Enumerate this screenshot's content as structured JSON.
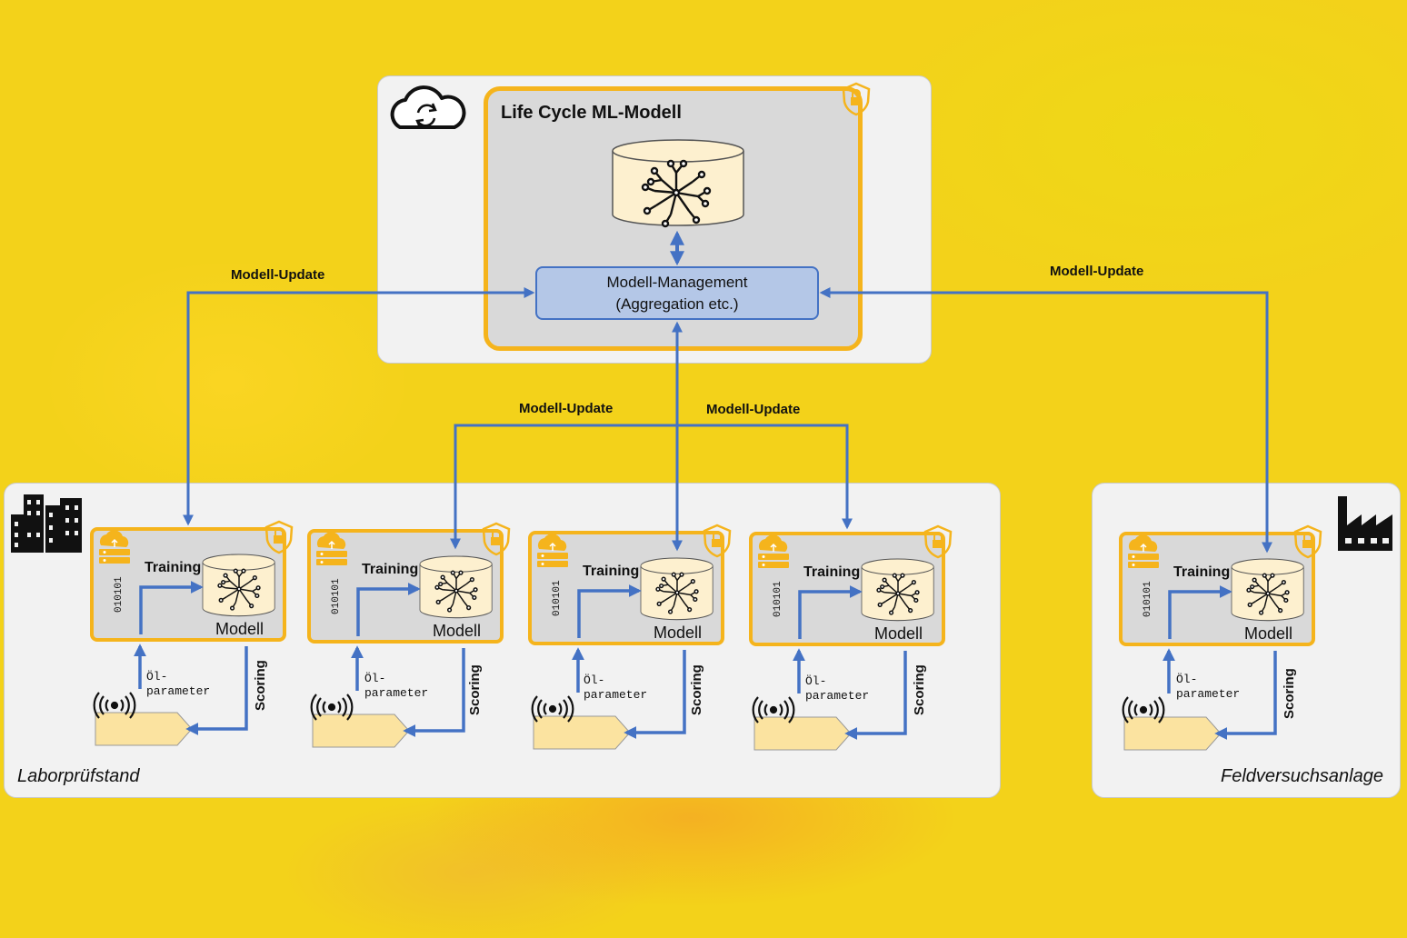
{
  "cloud": {
    "title": "Life Cycle ML-Modell",
    "management_line1": "Modell-Management",
    "management_line2": "(Aggregation etc.)"
  },
  "update_labels": [
    "Modell-Update",
    "Modell-Update",
    "Modell-Update",
    "Modell-Update"
  ],
  "sites": {
    "lab": "Laborprüfstand",
    "field": "Feldversuchsanlage"
  },
  "node": {
    "training": "Training",
    "modell": "Modell",
    "bits": "010101",
    "oel_line1": "Öl-",
    "oel_line2": "parameter",
    "scoring": "Scoring"
  },
  "colors": {
    "arrow": "#4472c4",
    "box_border": "#f5b41c",
    "db_fill": "#fdf0cf"
  },
  "icons": [
    "cloud-sync-icon",
    "database-icon",
    "neural-network-icon",
    "shield-lock-icon",
    "server-cloud-icon",
    "sensor-signal-icon",
    "city-buildings-icon",
    "factory-icon"
  ]
}
